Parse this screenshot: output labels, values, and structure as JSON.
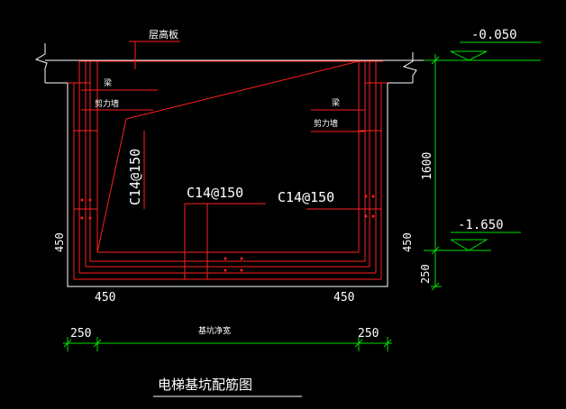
{
  "drawing": {
    "title": "电梯基坑配筋图",
    "labels": {
      "floor_slab": "层高板",
      "beam_left": "梁",
      "shear_wall_left": "剪力墙",
      "beam_right": "梁",
      "shear_wall_right": "剪力墙",
      "pit_width": "基坑净宽"
    },
    "rebar_labels": {
      "wall_rebar": "C14@150",
      "bottom_rebar_left": "C14@150",
      "bottom_rebar_right": "C14@150"
    },
    "elevations": {
      "top": "-0.050",
      "bottom": "-1.650"
    },
    "dimensions": {
      "depth": "1600",
      "slab_thickness_right": "450",
      "slab_thickness_left": "450",
      "base_extra": "250",
      "wall_left": "450",
      "wall_right": "450",
      "bottom_left": "250",
      "bottom_right": "250"
    },
    "colors": {
      "background": "#000000",
      "rebar": "#ff2020",
      "text": "#ffffff",
      "dimension": "#00e000",
      "outline": "#ffffff"
    }
  }
}
